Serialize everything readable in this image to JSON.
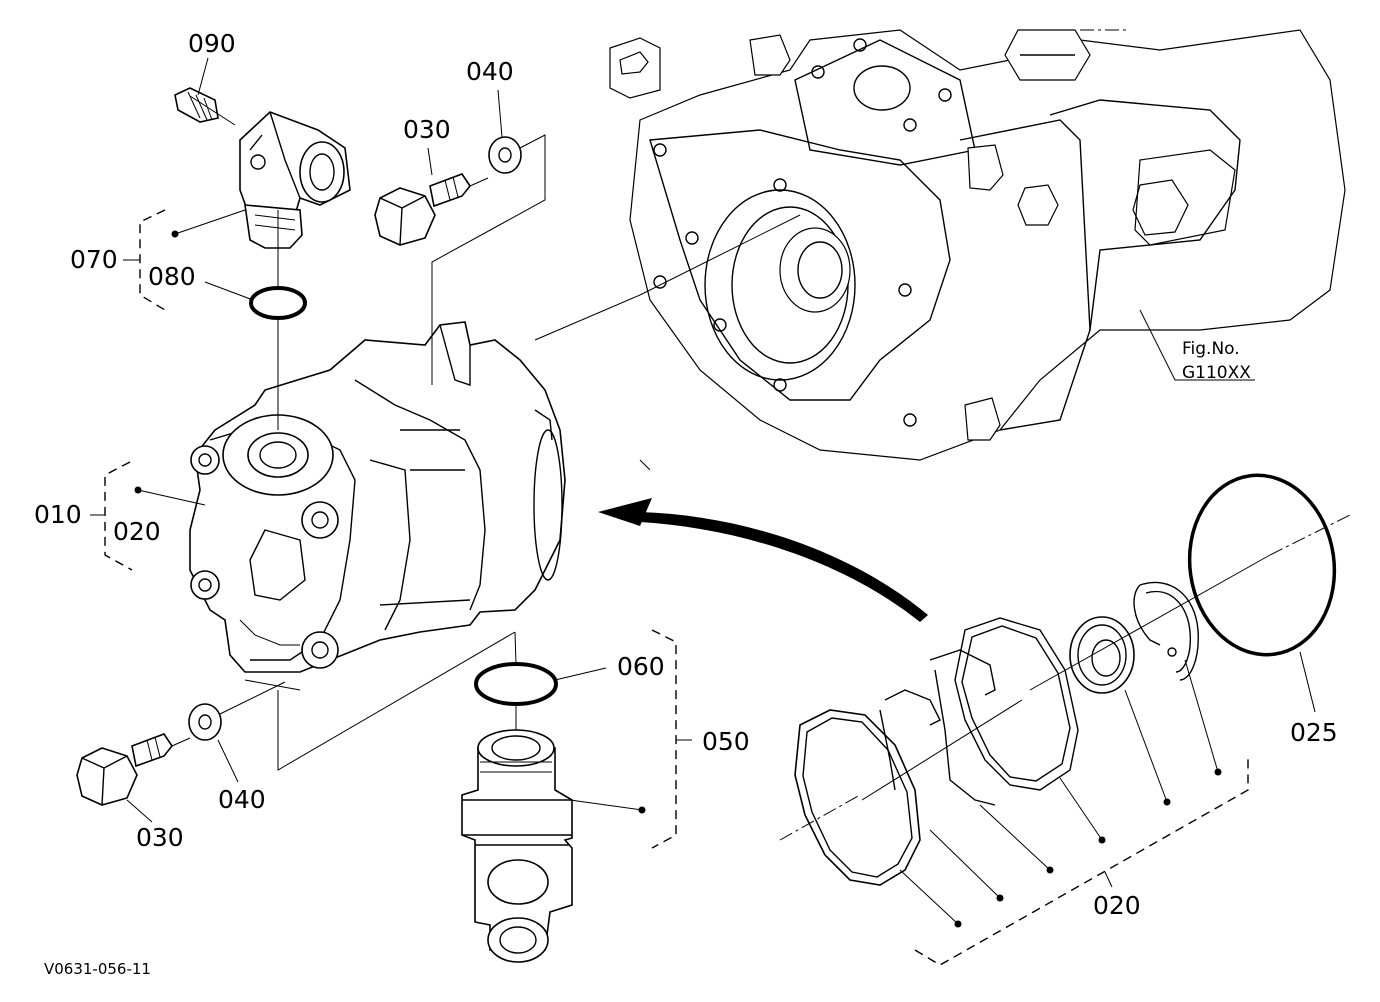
{
  "labels": {
    "p090": "090",
    "p040_top": "040",
    "p030_top": "030",
    "p070": "070",
    "p080": "080",
    "p010": "010",
    "p020_left": "020",
    "p060": "060",
    "p050": "050",
    "p040_bottom": "040",
    "p030_bottom": "030",
    "p025": "025",
    "p020_bottom": "020",
    "fig_no": "Fig.No.",
    "fig_code": "G110XX",
    "drawing_id": "V0631-056-11"
  }
}
